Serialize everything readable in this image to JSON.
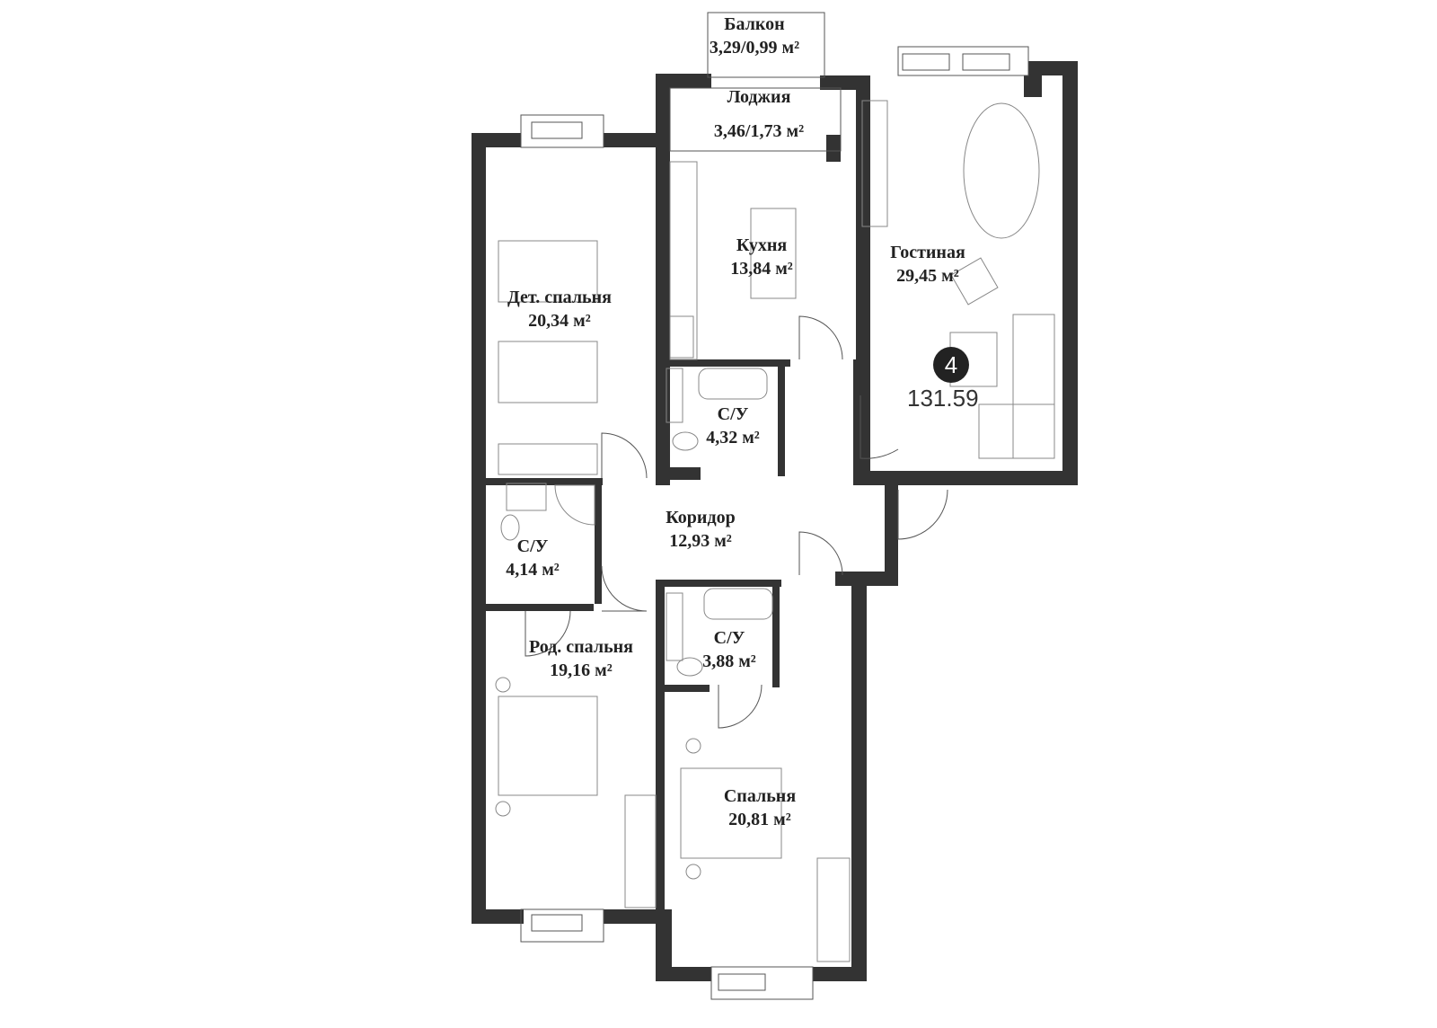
{
  "rooms": {
    "balcony": {
      "name": "Балкон",
      "area": "3,29/0,99 м²"
    },
    "loggia": {
      "name": "Лоджия",
      "area": "3,46/1,73 м²"
    },
    "kitchen": {
      "name": "Кухня",
      "area": "13,84 м²"
    },
    "living": {
      "name": "Гостиная",
      "area": "29,45 м²"
    },
    "kids": {
      "name": "Дет. спальня",
      "area": "20,34 м²"
    },
    "bath1": {
      "name": "С/У",
      "area": "4,32 м²"
    },
    "bath2": {
      "name": "С/У",
      "area": "4,14 м²"
    },
    "bath3": {
      "name": "С/У",
      "area": "3,88 м²"
    },
    "corridor": {
      "name": "Коридор",
      "area": "12,93 м²"
    },
    "parents": {
      "name": "Род. спальня",
      "area": "19,16 м²"
    },
    "bedroom": {
      "name": "Спальня",
      "area": "20,81 м²"
    }
  },
  "apartment": {
    "rooms_count": "4",
    "total_area": "131.59"
  }
}
